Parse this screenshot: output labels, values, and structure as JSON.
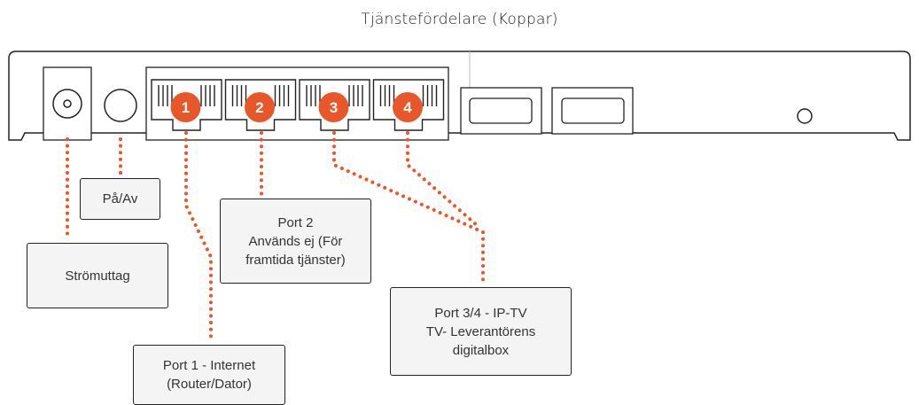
{
  "title": "Tjänstefördelare (Koppar)",
  "accent_color": "#e8572a",
  "ports": [
    {
      "number": "1"
    },
    {
      "number": "2"
    },
    {
      "number": "3"
    },
    {
      "number": "4"
    }
  ],
  "labels": {
    "power_socket": "Strömuttag",
    "power_switch": "På/Av",
    "port1_line1": "Port 1 - Internet",
    "port1_line2": "(Router/Dator)",
    "port2_line1": "Port 2",
    "port2_line2": "Används ej (För",
    "port2_line3": "framtida tjänster)",
    "port34_line1": "Port 3/4 - IP-TV",
    "port34_line2": "TV- Leverantörens",
    "port34_line3": "digitalbox"
  }
}
